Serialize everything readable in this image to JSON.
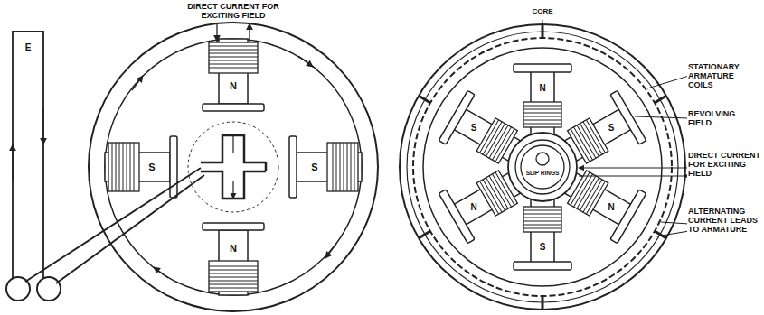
{
  "diagram": {
    "labels": [
      "DIRECT CURRENT FOR EXCITING FIELD",
      "N",
      "S",
      "S",
      "N",
      "E",
      "CORE",
      "STATIONARY ARMATURE COILS",
      "REVOLVING FIELD",
      "DIRECT CURRENT FOR EXCITING FIELD",
      "ALTERNATING CURRENT LEADS TO ARMATURE",
      "SLIP RINGS",
      "N",
      "S",
      "N",
      "S",
      "N",
      "S"
    ]
  }
}
